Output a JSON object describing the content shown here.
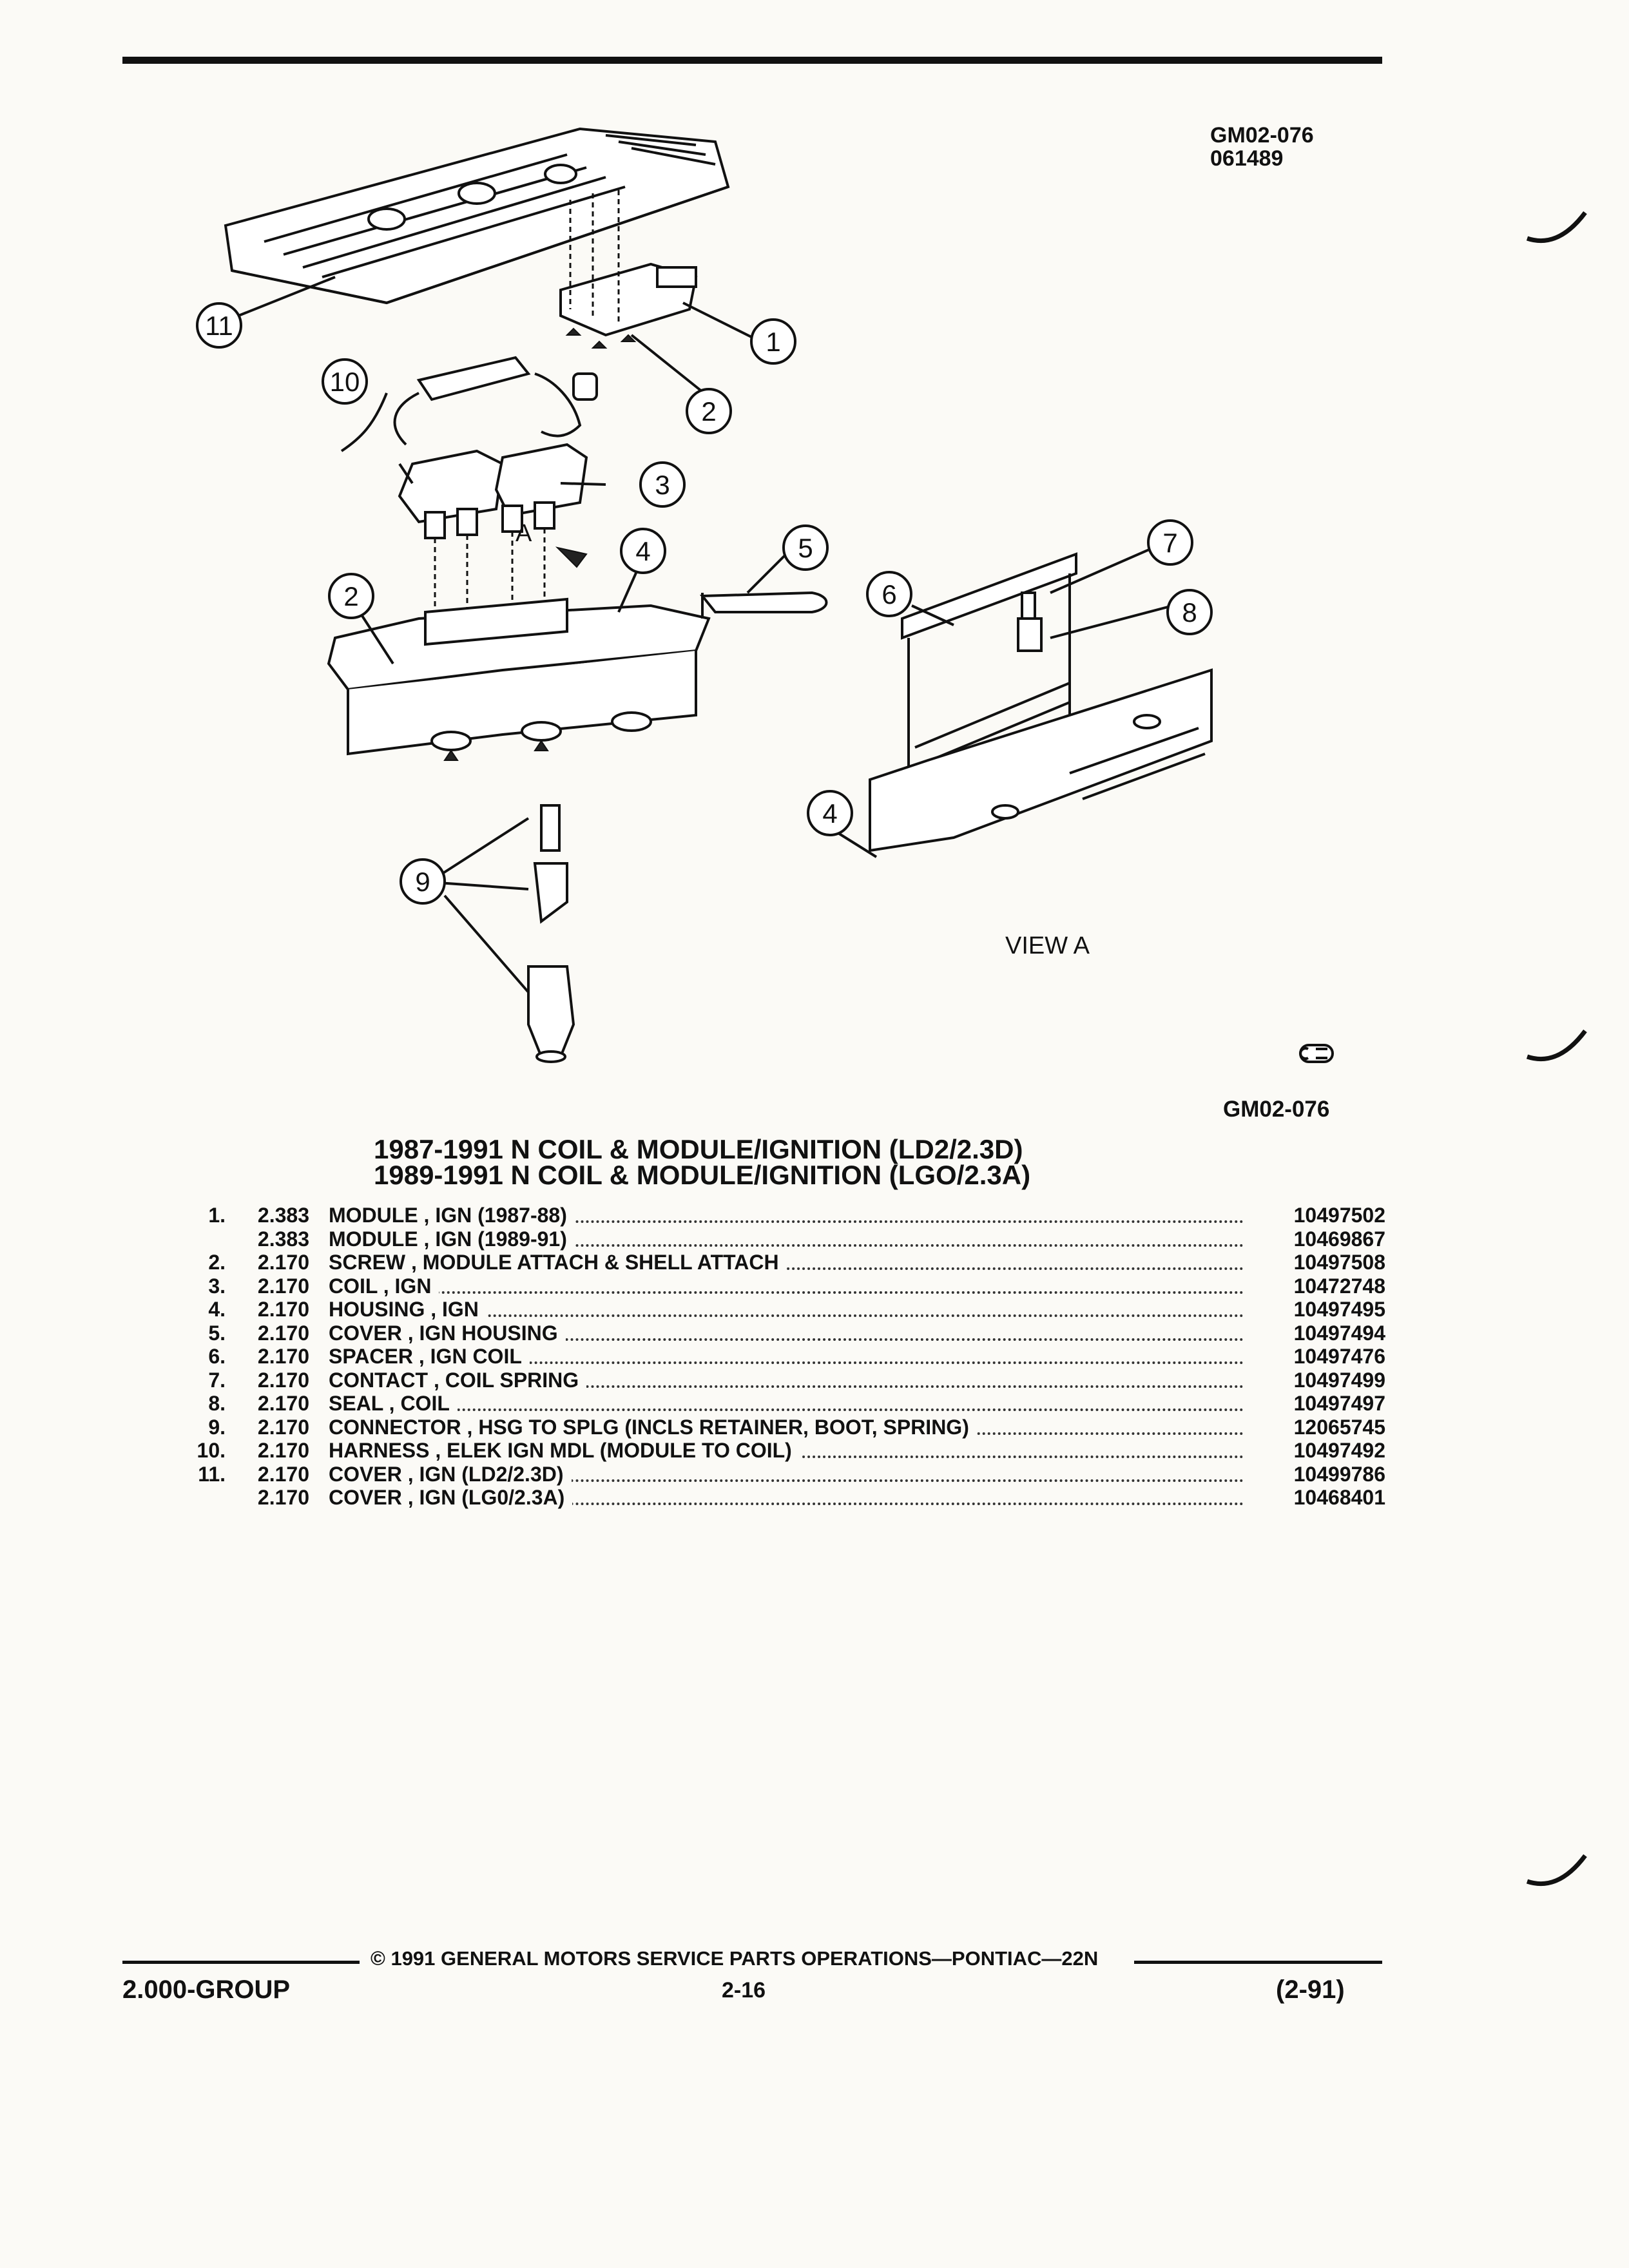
{
  "header": {
    "figure_code": "GM02-076",
    "figure_date": "061489",
    "figure_code_bottom": "GM02-076",
    "view_label": "VIEW A",
    "arrow_label": "A"
  },
  "callouts": [
    "1",
    "2",
    "3",
    "4",
    "5",
    "6",
    "7",
    "8",
    "9",
    "10",
    "11",
    "2",
    "4"
  ],
  "titles": {
    "line1": "1987-1991 N COIL & MODULE/IGNITION (LD2/2.3D)",
    "line2": "1989-1991 N COIL & MODULE/IGNITION (LGO/2.3A)"
  },
  "parts": [
    {
      "num": "1.",
      "group": "2.383",
      "desc": "MODULE , IGN (1987-88)",
      "pn": "10497502"
    },
    {
      "num": "",
      "group": "2.383",
      "desc": "MODULE , IGN (1989-91)",
      "pn": "10469867"
    },
    {
      "num": "2.",
      "group": "2.170",
      "desc": "SCREW , MODULE ATTACH & SHELL ATTACH",
      "pn": "10497508"
    },
    {
      "num": "3.",
      "group": "2.170",
      "desc": "COIL , IGN",
      "pn": "10472748"
    },
    {
      "num": "4.",
      "group": "2.170",
      "desc": "HOUSING , IGN",
      "pn": "10497495"
    },
    {
      "num": "5.",
      "group": "2.170",
      "desc": "COVER , IGN HOUSING",
      "pn": "10497494"
    },
    {
      "num": "6.",
      "group": "2.170",
      "desc": "SPACER , IGN COIL",
      "pn": "10497476"
    },
    {
      "num": "7.",
      "group": "2.170",
      "desc": "CONTACT , COIL SPRING",
      "pn": "10497499"
    },
    {
      "num": "8.",
      "group": "2.170",
      "desc": "SEAL , COIL",
      "pn": "10497497"
    },
    {
      "num": "9.",
      "group": "2.170",
      "desc": "CONNECTOR , HSG TO SPLG (INCLS RETAINER, BOOT, SPRING)",
      "pn": "12065745"
    },
    {
      "num": "10.",
      "group": "2.170",
      "desc": "HARNESS , ELEK IGN MDL (MODULE TO COIL)",
      "pn": "10497492"
    },
    {
      "num": "11.",
      "group": "2.170",
      "desc": "COVER , IGN (LD2/2.3D)",
      "pn": "10499786"
    },
    {
      "num": "",
      "group": "2.170",
      "desc": "COVER , IGN (LG0/2.3A)",
      "pn": "10468401"
    }
  ],
  "footer": {
    "copyright": "© 1991 GENERAL MOTORS SERVICE PARTS OPERATIONS—PONTIAC—22N",
    "group": "2.000-GROUP",
    "page": "2-16",
    "revision": "(2-91)"
  }
}
